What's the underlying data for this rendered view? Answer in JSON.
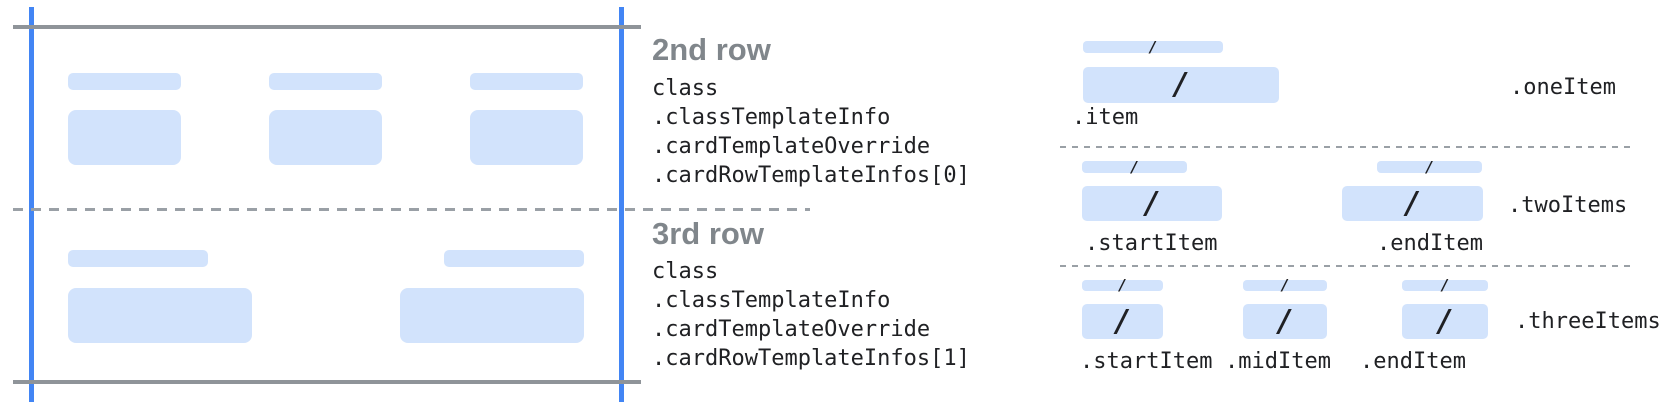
{
  "figure": {
    "description": "Card row template diagram: card rows mapped to cardRowTemplateInfos with oneItem, twoItems and threeItems layouts"
  },
  "colors": {
    "accent_blue": "#4285f4",
    "placeholder_blue": "#d2e3fc",
    "solid_line_gray": "#8f9499",
    "dashed_line_gray": "#9aa0a6",
    "heading_gray": "#80868b",
    "text_dark": "#202124"
  },
  "card": {
    "row2_placeholder_count": 3,
    "row3_placeholder_count": 2
  },
  "annotations": {
    "row2": {
      "title": "2nd row",
      "lines": [
        "class",
        ".classTemplateInfo",
        ".cardTemplateOverride",
        ".cardRowTemplateInfos[0]"
      ]
    },
    "row3": {
      "title": "3rd row",
      "lines": [
        "class",
        ".classTemplateInfo",
        ".cardTemplateOverride",
        ".cardRowTemplateInfos[1]"
      ]
    }
  },
  "templates": {
    "slash": "/",
    "one": {
      "name": ".oneItem",
      "item": ".item"
    },
    "two": {
      "name": ".twoItems",
      "start": ".startItem",
      "end": ".endItem"
    },
    "three": {
      "name": ".threeItems",
      "start": ".startItem",
      "mid": ".midItem",
      "end": ".endItem"
    }
  }
}
